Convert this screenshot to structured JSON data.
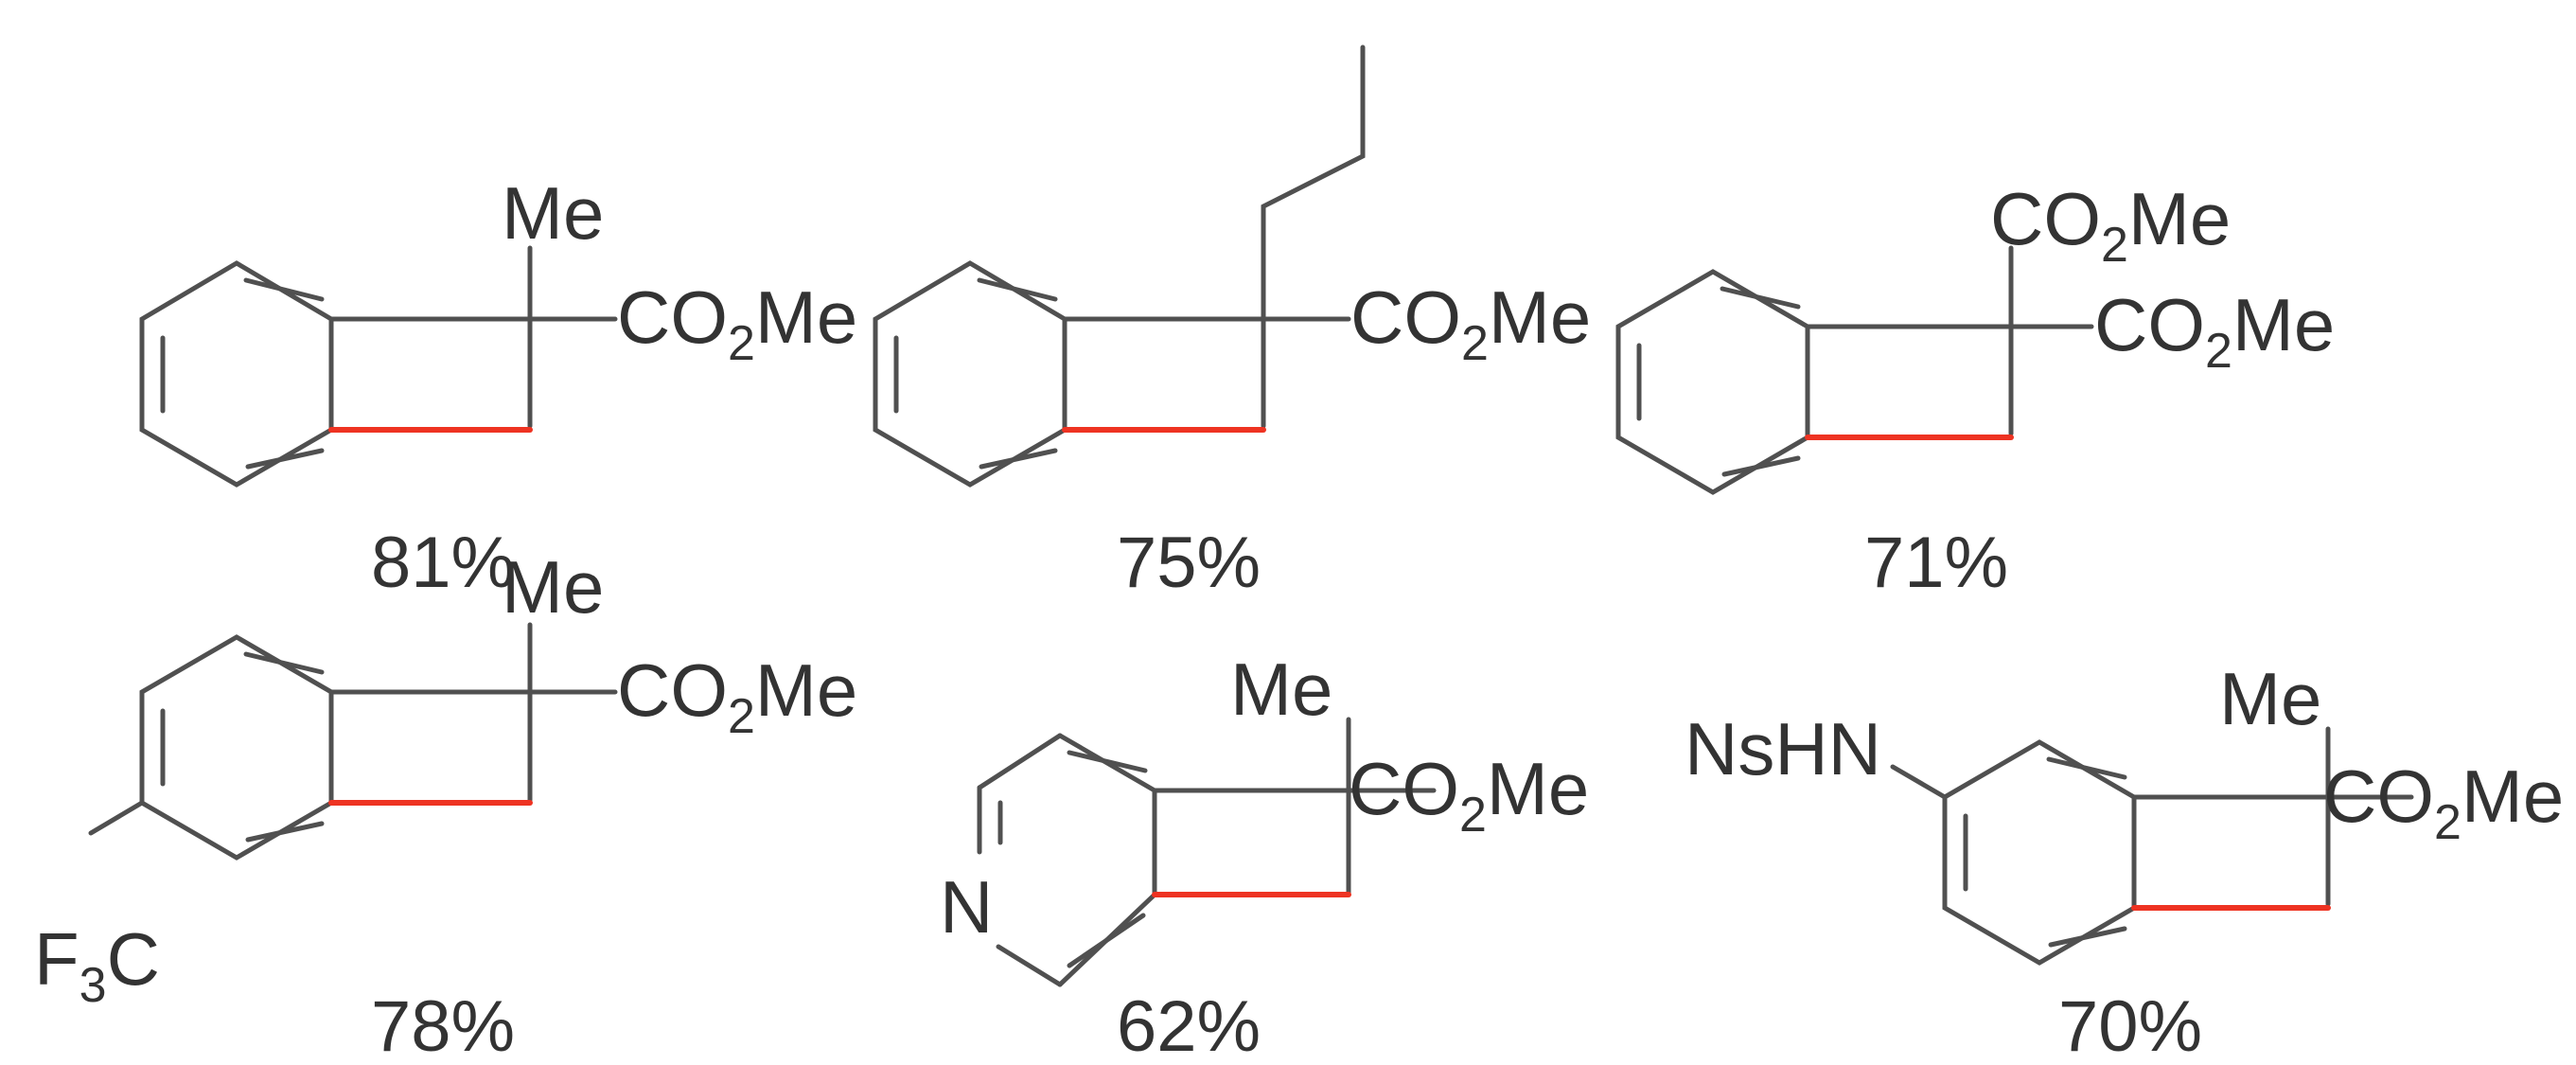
{
  "compounds": [
    {
      "yield": "81%",
      "labels": {
        "top": "Me",
        "ester": "CO",
        "ester_sub": "2",
        "ester_tail": "Me"
      }
    },
    {
      "yield": "75%",
      "labels": {
        "ester": "CO",
        "ester_sub": "2",
        "ester_tail": "Me"
      }
    },
    {
      "yield": "71%",
      "labels": {
        "top": "CO",
        "top_sub": "2",
        "top_tail": "Me",
        "ester": "CO",
        "ester_sub": "2",
        "ester_tail": "Me"
      }
    },
    {
      "yield": "78%",
      "labels": {
        "top": "Me",
        "ester": "CO",
        "ester_sub": "2",
        "ester_tail": "Me",
        "substituent": "F",
        "substituent_sub": "3",
        "substituent_tail": "C"
      }
    },
    {
      "yield": "62%",
      "labels": {
        "top": "Me",
        "ester": "CO",
        "ester_sub": "2",
        "ester_tail": "Me",
        "ring_atom": "N"
      }
    },
    {
      "yield": "70%",
      "labels": {
        "top": "Me",
        "ester": "CO",
        "ester_sub": "2",
        "ester_tail": "Me",
        "substituent": "NsHN"
      }
    }
  ],
  "colors": {
    "bond": "#505050",
    "new_bond": "#ee3322",
    "text": "#333333"
  }
}
